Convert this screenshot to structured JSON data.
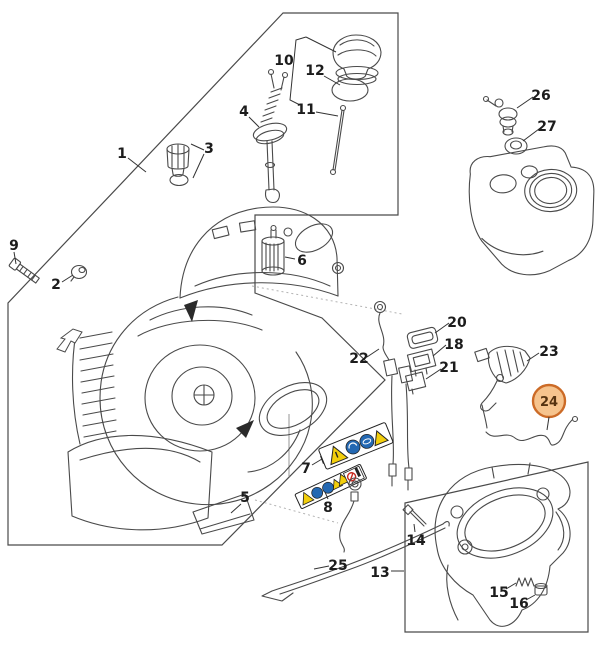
{
  "diagram": {
    "type": "exploded-parts-diagram",
    "background": "#FFFFFF",
    "line_color": "#4A4A4A",
    "callouts": [
      {
        "number": "1"
      },
      {
        "number": "2"
      },
      {
        "number": "3"
      },
      {
        "number": "4"
      },
      {
        "number": "5"
      },
      {
        "number": "6"
      },
      {
        "number": "7"
      },
      {
        "number": "8"
      },
      {
        "number": "9"
      },
      {
        "number": "10"
      },
      {
        "number": "11"
      },
      {
        "number": "12"
      },
      {
        "number": "13"
      },
      {
        "number": "14"
      },
      {
        "number": "15"
      },
      {
        "number": "16"
      },
      {
        "number": "18"
      },
      {
        "number": "20"
      },
      {
        "number": "21"
      },
      {
        "number": "22"
      },
      {
        "number": "23"
      },
      {
        "number": "24"
      },
      {
        "number": "25"
      },
      {
        "number": "26"
      },
      {
        "number": "27"
      }
    ],
    "highlighted_callout": {
      "number": "24",
      "fill": "#F6C48E",
      "stroke": "#CC6B27"
    },
    "safety_label_colors": {
      "warning_yellow": "#F2CE0C",
      "mandatory_blue": "#2468B2",
      "prohibition_red": "#C8291F"
    }
  }
}
